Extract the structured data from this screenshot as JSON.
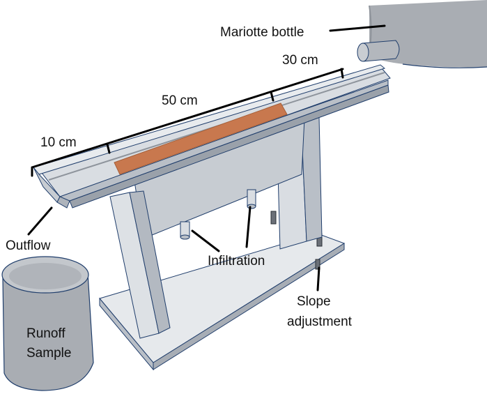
{
  "labels": {
    "mariotte": "Mariotte bottle",
    "dim_left": "10 cm",
    "dim_middle": "50 cm",
    "dim_right": "30 cm",
    "outflow": "Outflow",
    "infiltration": "Infiltration",
    "slope_line1": "Slope",
    "slope_line2": "adjustment",
    "runoff_line1": "Runoff",
    "runoff_line2": "Sample"
  },
  "colors": {
    "frame_light": "#d9dde2",
    "frame_mid": "#b9bfc7",
    "frame_dark": "#9aa1aa",
    "soil": "#c8784e",
    "container": "#a9adb3",
    "outline": "#1f3d6b"
  }
}
